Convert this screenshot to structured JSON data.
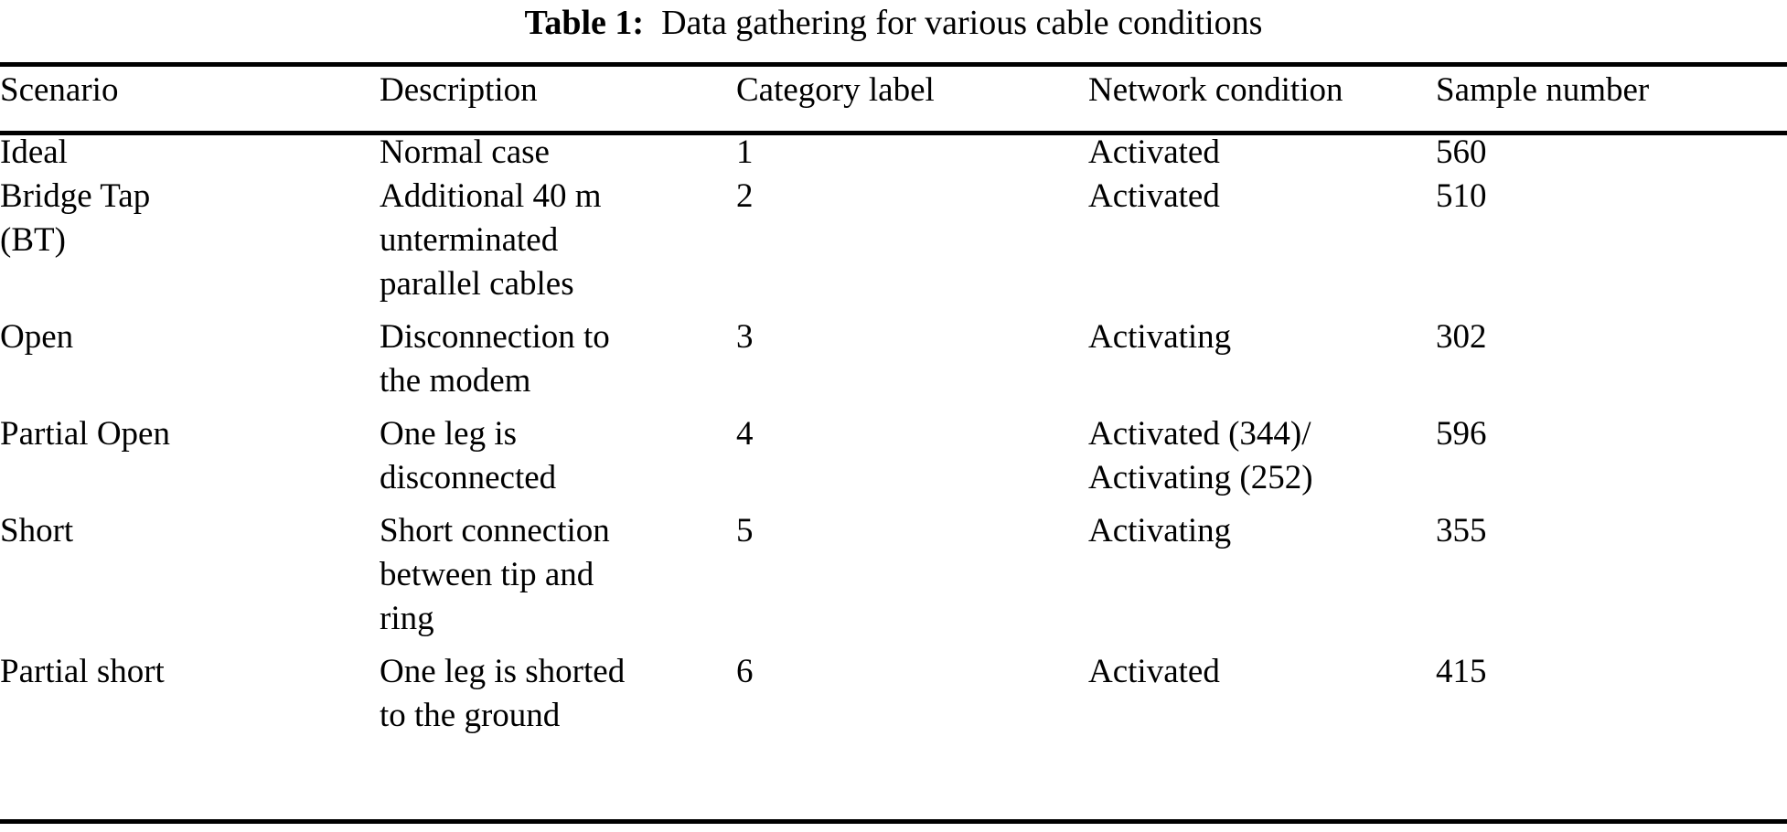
{
  "caption": {
    "label": "Table 1:",
    "text": "Data gathering for various cable conditions"
  },
  "table": {
    "columns": [
      "Scenario",
      "Description",
      "Category label",
      "Network condition",
      "Sample number"
    ],
    "rows": [
      {
        "scenario": "Ideal",
        "description": "Normal case",
        "category_label": "1",
        "network_condition": "Activated",
        "sample_number": "560"
      },
      {
        "scenario": "Bridge Tap (BT)",
        "scenario_line1": "Bridge Tap",
        "scenario_line2": "(BT)",
        "description": "Additional 40 m unterminated parallel cables",
        "description_line1": "Additional 40 m",
        "description_line2": "unterminated",
        "description_line3": "parallel cables",
        "category_label": "2",
        "network_condition": "Activated",
        "sample_number": "510"
      },
      {
        "scenario": "Open",
        "description": "Disconnection to the modem",
        "description_line1": "Disconnection to",
        "description_line2": "the modem",
        "category_label": "3",
        "network_condition": "Activating",
        "sample_number": "302"
      },
      {
        "scenario": "Partial Open",
        "description": "One leg is disconnected",
        "description_line1": "One leg is",
        "description_line2": "disconnected",
        "category_label": "4",
        "network_condition": "Activated (344)/ Activating (252)",
        "network_condition_line1": "Activated (344)/",
        "network_condition_line2": "Activating (252)",
        "sample_number": "596"
      },
      {
        "scenario": "Short",
        "description": "Short connection between tip and ring",
        "description_line1": "Short connection",
        "description_line2": "between tip and",
        "description_line3": "ring",
        "category_label": "5",
        "network_condition": "Activating",
        "sample_number": "355"
      },
      {
        "scenario": "Partial short",
        "description": "One leg is shorted to the ground",
        "description_line1": "One leg is shorted",
        "description_line2": "to the ground",
        "category_label": "6",
        "network_condition": "Activated",
        "sample_number": "415"
      }
    ]
  }
}
